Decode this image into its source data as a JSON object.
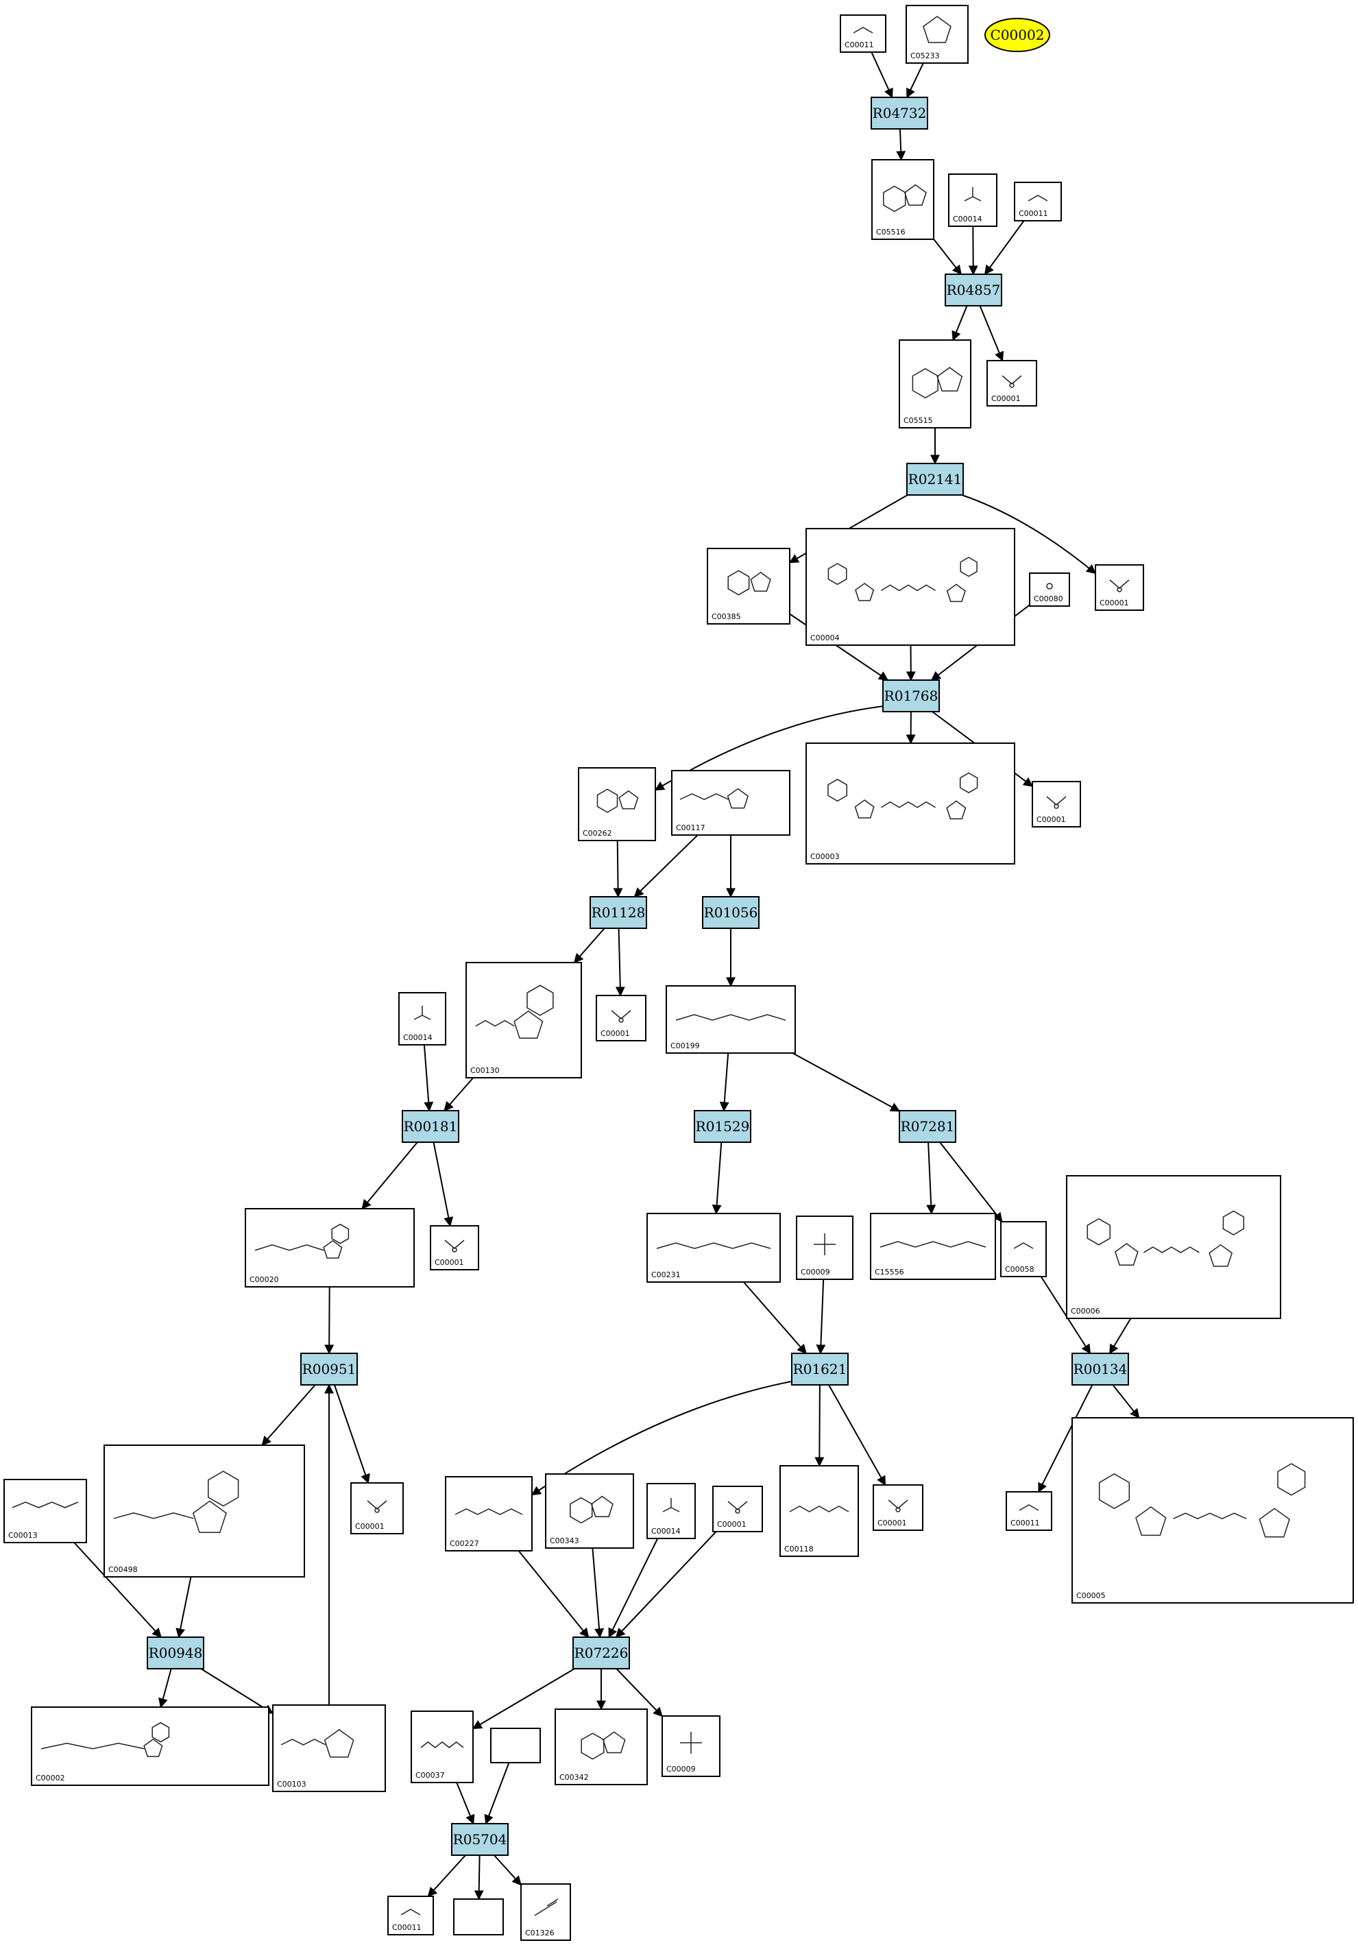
{
  "highlight": {
    "id": "C00002",
    "color": "#ffff00"
  },
  "colors": {
    "reaction_fill": "#add8e6",
    "compound_fill": "#ffffff",
    "stroke": "#000000"
  },
  "reactions": [
    {
      "id": "R04732"
    },
    {
      "id": "R04857"
    },
    {
      "id": "R02141"
    },
    {
      "id": "R01768"
    },
    {
      "id": "R01128"
    },
    {
      "id": "R01056"
    },
    {
      "id": "R00181"
    },
    {
      "id": "R01529"
    },
    {
      "id": "R07281"
    },
    {
      "id": "R00951"
    },
    {
      "id": "R01621"
    },
    {
      "id": "R00134"
    },
    {
      "id": "R00948"
    },
    {
      "id": "R07226"
    },
    {
      "id": "R05704"
    }
  ],
  "compounds": [
    {
      "key": "c00011a",
      "id": "C00011"
    },
    {
      "key": "c05233",
      "id": "C05233"
    },
    {
      "key": "c05516",
      "id": "C05516"
    },
    {
      "key": "c00014a",
      "id": "C00014"
    },
    {
      "key": "c00011b",
      "id": "C00011"
    },
    {
      "key": "c05515",
      "id": "C05515"
    },
    {
      "key": "c00001a",
      "id": "C00001"
    },
    {
      "key": "c00385",
      "id": "C00385"
    },
    {
      "key": "c00004",
      "id": "C00004"
    },
    {
      "key": "c00080",
      "id": "C00080"
    },
    {
      "key": "c00001b",
      "id": "C00001"
    },
    {
      "key": "c00262",
      "id": "C00262"
    },
    {
      "key": "c00117",
      "id": "C00117"
    },
    {
      "key": "c00003",
      "id": "C00003"
    },
    {
      "key": "c00001c",
      "id": "C00001"
    },
    {
      "key": "c00014b",
      "id": "C00014"
    },
    {
      "key": "c00130",
      "id": "C00130"
    },
    {
      "key": "c00001d",
      "id": "C00001"
    },
    {
      "key": "c00199",
      "id": "C00199"
    },
    {
      "key": "c00020",
      "id": "C00020"
    },
    {
      "key": "c00001e",
      "id": "C00001"
    },
    {
      "key": "c00231",
      "id": "C00231"
    },
    {
      "key": "c00009a",
      "id": "C00009"
    },
    {
      "key": "c15556",
      "id": "C15556"
    },
    {
      "key": "c00058",
      "id": "C00058"
    },
    {
      "key": "c00006",
      "id": "C00006"
    },
    {
      "key": "c00013",
      "id": "C00013"
    },
    {
      "key": "c00498",
      "id": "C00498"
    },
    {
      "key": "c00001f",
      "id": "C00001"
    },
    {
      "key": "c00227",
      "id": "C00227"
    },
    {
      "key": "c00343",
      "id": "C00343"
    },
    {
      "key": "c00014c",
      "id": "C00014"
    },
    {
      "key": "c00001g",
      "id": "C00001"
    },
    {
      "key": "c00118",
      "id": "C00118"
    },
    {
      "key": "c00001h",
      "id": "C00001"
    },
    {
      "key": "c00011c",
      "id": "C00011"
    },
    {
      "key": "c00005",
      "id": "C00005"
    },
    {
      "key": "c00002",
      "id": "C00002"
    },
    {
      "key": "c00103",
      "id": "C00103"
    },
    {
      "key": "c00037",
      "id": "C00037"
    },
    {
      "key": "blank1",
      "id": ""
    },
    {
      "key": "c00342",
      "id": "C00342"
    },
    {
      "key": "c00009b",
      "id": "C00009"
    },
    {
      "key": "c00011d",
      "id": "C00011"
    },
    {
      "key": "blank2",
      "id": ""
    },
    {
      "key": "c01326",
      "id": "C01326"
    }
  ],
  "edges": [
    [
      "c00011a",
      "R04732"
    ],
    [
      "c05233",
      "R04732"
    ],
    [
      "R04732",
      "c05516"
    ],
    [
      "c05516",
      "R04857"
    ],
    [
      "c00014a",
      "R04857"
    ],
    [
      "c00011b",
      "R04857"
    ],
    [
      "R04857",
      "c05515"
    ],
    [
      "R04857",
      "c00001a"
    ],
    [
      "c05515",
      "R02141"
    ],
    [
      "R02141",
      "c00385"
    ],
    [
      "R02141",
      "c00001b"
    ],
    [
      "c00385",
      "R01768"
    ],
    [
      "c00004",
      "R01768"
    ],
    [
      "c00080",
      "R01768"
    ],
    [
      "R01768",
      "c00262"
    ],
    [
      "R01768",
      "c00003"
    ],
    [
      "R01768",
      "c00001c"
    ],
    [
      "c00262",
      "R01128"
    ],
    [
      "c00117",
      "R01128"
    ],
    [
      "c00117",
      "R01056"
    ],
    [
      "R01128",
      "c00130"
    ],
    [
      "R01128",
      "c00001d"
    ],
    [
      "R01056",
      "c00199"
    ],
    [
      "c00014b",
      "R00181"
    ],
    [
      "c00130",
      "R00181"
    ],
    [
      "R00181",
      "c00020"
    ],
    [
      "R00181",
      "c00001e"
    ],
    [
      "c00199",
      "R01529"
    ],
    [
      "c00199",
      "R07281"
    ],
    [
      "R01529",
      "c00231"
    ],
    [
      "R07281",
      "c15556"
    ],
    [
      "R07281",
      "c00058"
    ],
    [
      "c00020",
      "R00951"
    ],
    [
      "R00951",
      "c00498"
    ],
    [
      "R00951",
      "c00001f"
    ],
    [
      "c00231",
      "R01621"
    ],
    [
      "c00009a",
      "R01621"
    ],
    [
      "R01621",
      "c00227"
    ],
    [
      "R01621",
      "c00118"
    ],
    [
      "R01621",
      "c00001h"
    ],
    [
      "c00058",
      "R00134"
    ],
    [
      "c00006",
      "R00134"
    ],
    [
      "R00134",
      "c00011c"
    ],
    [
      "R00134",
      "c00005"
    ],
    [
      "c00013",
      "R00948"
    ],
    [
      "c00498",
      "R00948"
    ],
    [
      "R00948",
      "c00002"
    ],
    [
      "R00948",
      "c00103"
    ],
    [
      "c00103",
      "R00951"
    ],
    [
      "c00227",
      "R07226"
    ],
    [
      "c00343",
      "R07226"
    ],
    [
      "c00014c",
      "R07226"
    ],
    [
      "c00001g",
      "R07226"
    ],
    [
      "R07226",
      "c00037"
    ],
    [
      "R07226",
      "c00342"
    ],
    [
      "R07226",
      "c00009b"
    ],
    [
      "c00037",
      "R05704"
    ],
    [
      "blank1",
      "R05704"
    ],
    [
      "R05704",
      "c00011d"
    ],
    [
      "R05704",
      "blank2"
    ],
    [
      "R05704",
      "c01326"
    ]
  ]
}
